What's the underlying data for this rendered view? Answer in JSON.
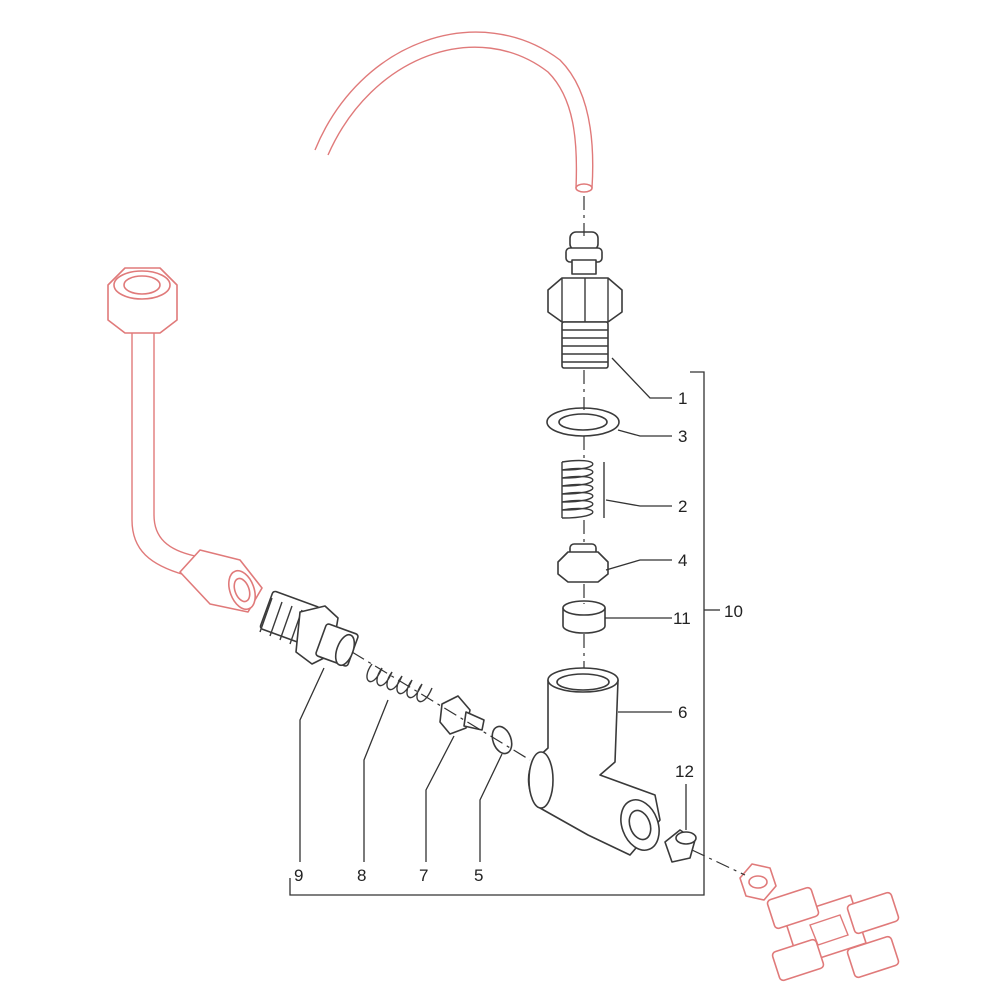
{
  "callouts": {
    "p1": "1",
    "p2": "2",
    "p3": "3",
    "p4": "4",
    "p5": "5",
    "p6": "6",
    "p7": "7",
    "p8": "8",
    "p9": "9",
    "p10": "10",
    "p11": "11",
    "p12": "12"
  },
  "colors": {
    "part_stroke": "#3a3a3a",
    "context_stroke": "#e07a7a",
    "background": "#ffffff"
  }
}
